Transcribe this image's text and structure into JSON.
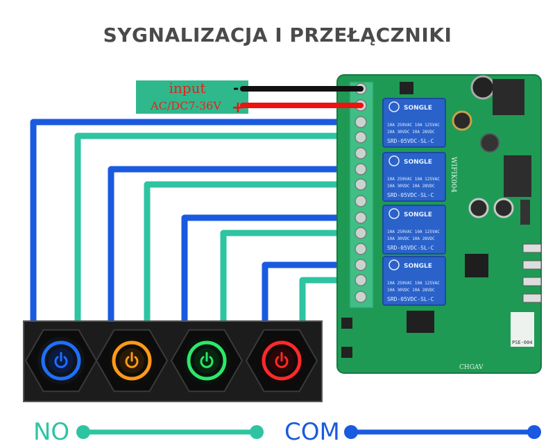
{
  "title": "SYGNALIZACJA I PRZEŁĄCZNIKI",
  "power_label": {
    "line1": "input",
    "line2": "AC/DC7-36V",
    "minus": "-",
    "plus": "+"
  },
  "relay": {
    "brand": "SONGLE",
    "spec1": "10A 250VAC  10A 125VAC",
    "spec2": "10A 30VDC  10A 28VDC",
    "model": "SRD-05VDC-SL-C"
  },
  "board": {
    "label_vertical": "WIFIK004",
    "label_bottom": "CHGAV",
    "label_module": "PSE-004"
  },
  "legend": {
    "no_label": "NO",
    "com_label": "COM"
  },
  "colors": {
    "no": "#2ec4a2",
    "com": "#1a5ae0",
    "pcb": "#1f9a55",
    "power_neg": "#111111",
    "power_pos": "#ee1111"
  },
  "buttons": [
    {
      "color_name": "blue",
      "color": "#1f6fff",
      "icon": "power-icon"
    },
    {
      "color_name": "orange",
      "color": "#ff9a1a",
      "icon": "power-icon"
    },
    {
      "color_name": "green",
      "color": "#2ce86a",
      "icon": "power-icon"
    },
    {
      "color_name": "red",
      "color": "#ff2a2a",
      "icon": "power-icon"
    }
  ]
}
